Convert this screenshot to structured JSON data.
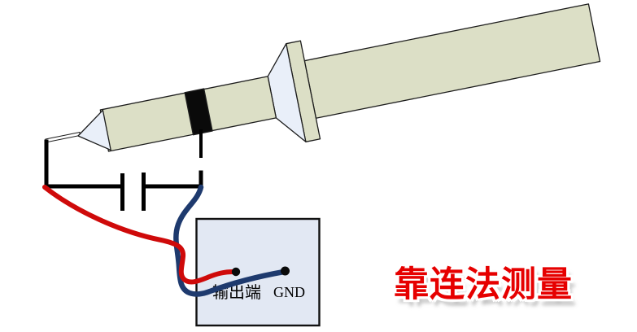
{
  "meta": {
    "background": "#ffffff"
  },
  "title": {
    "text": "靠连法测量",
    "color": "#e60000",
    "outline_color": "#ffffff"
  },
  "probe": {
    "name": "oscilloscope-probe",
    "body_color": "#dcdfc6",
    "cone_color": "#e9eff9",
    "band_color": "#0a0a0a",
    "edge_color": "#1c1c1c",
    "needle_color": "#ffffff"
  },
  "circuit": {
    "wire_color": "#000000",
    "signal_wire_color": "#cf0a0a",
    "ground_wire_color": "#1e3a6e",
    "terminal_dot_color": "#0a0a0a"
  },
  "board": {
    "fill": "#e2e8f3",
    "border_color": "#111111",
    "output_label": "输出端",
    "gnd_label": "GND"
  }
}
